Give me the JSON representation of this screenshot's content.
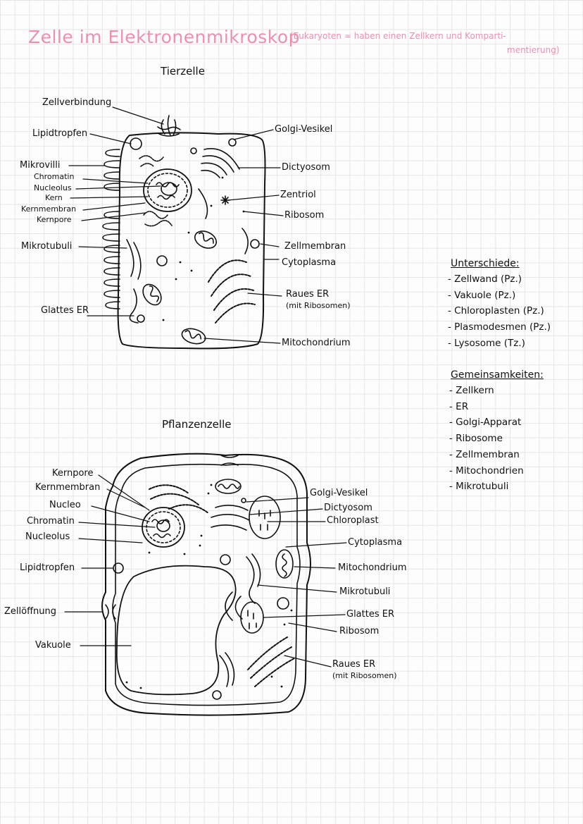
{
  "title": {
    "main": "Zelle im Elektronenmikroskop",
    "note_line1": "(Eukaryoten = haben einen Zellkern und Komparti-",
    "note_line2": "mentierung)"
  },
  "animal_cell": {
    "heading": "Tierzelle",
    "labels_left": {
      "zellverbindung": "Zellverbindung",
      "lipidtropfen": "Lipidtropfen",
      "mikrovilli": "Mikrovilli",
      "chromatin": "Chromatin",
      "nucleolus": "Nucleolus",
      "kern": "Kern",
      "kernmembran": "Kernmembran",
      "kernpore": "Kernpore",
      "mikrotubuli": "Mikrotubuli",
      "glattes_er": "Glattes ER"
    },
    "labels_right": {
      "golgi_vesikel": "Golgi-Vesikel",
      "dictyosom": "Dictyosom",
      "zentriol": "Zentriol",
      "ribosom": "Ribosom",
      "zellmembran": "Zellmembran",
      "cytoplasma": "Cytoplasma",
      "raues_er": "Raues ER",
      "raues_er_note": "(mit Ribosomen)",
      "mitochondrium": "Mitochondrium"
    }
  },
  "plant_cell": {
    "heading": "Pflanzenzelle",
    "labels_left": {
      "kernpore": "Kernpore",
      "kernmembran": "Kernmembran",
      "nucleo": "Nucleo",
      "chromatin": "Chromatin",
      "nucleolus": "Nucleolus",
      "lipidtropfen": "Lipidtropfen",
      "zelloeffnung": "Zellöffnung",
      "vakuole": "Vakuole"
    },
    "labels_right": {
      "golgi_vesikel": "Golgi-Vesikel",
      "dictyosom": "Dictyosom",
      "chloroplast": "Chloroplast",
      "cytoplasma": "Cytoplasma",
      "mitochondrium": "Mitochondrium",
      "mikrotubuli": "Mikrotubuli",
      "glattes_er": "Glattes ER",
      "ribosom": "Ribosom",
      "raues_er": "Raues ER",
      "raues_er_note": "(mit Ribosomen)"
    }
  },
  "differences": {
    "heading": "Unterschiede:",
    "items": [
      "- Zellwand (Pz.)",
      "- Vakuole (Pz.)",
      "- Chloroplasten (Pz.)",
      "- Plasmodesmen (Pz.)",
      "- Lysosome (Tz.)"
    ]
  },
  "similarities": {
    "heading": "Gemeinsamkeiten:",
    "items": [
      "- Zellkern",
      "- ER",
      "- Golgi-Apparat",
      "- Ribosome",
      "- Zellmembran",
      "- Mitochondrien",
      "- Mikrotubuli"
    ]
  }
}
